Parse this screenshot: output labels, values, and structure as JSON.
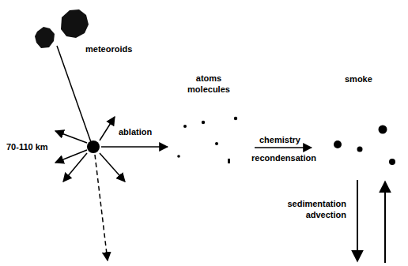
{
  "diagram": {
    "labels": [
      "meteoroids",
      "70-110 km",
      "ablation",
      "atoms molecules",
      "chemistry",
      "recondensation",
      "smoke",
      "sedimentation advection"
    ]
  }
}
